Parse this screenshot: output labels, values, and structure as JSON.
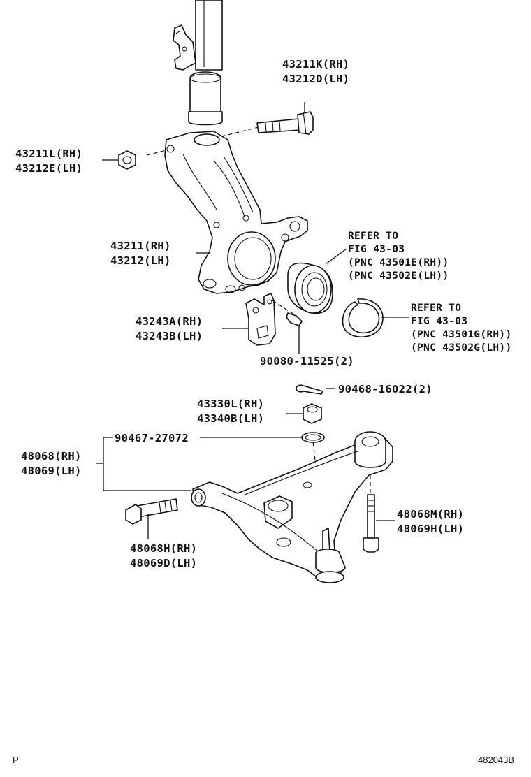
{
  "labels": {
    "p43211k": "43211K(RH)",
    "p43212d": "43212D(LH)",
    "p43211l": "43211L(RH)",
    "p43212e": "43212E(LH)",
    "p43211": "43211(RH)",
    "p43212": "43212(LH)",
    "refer1_a": "REFER TO",
    "refer1_b": "FIG 43-03",
    "refer1_c": "(PNC 43501E(RH))",
    "refer1_d": "(PNC 43502E(LH))",
    "refer2_a": "REFER TO",
    "refer2_b": "FIG 43-03",
    "refer2_c": "(PNC 43501G(RH))",
    "refer2_d": "(PNC 43502G(LH))",
    "p43243a": "43243A(RH)",
    "p43243b": "43243B(LH)",
    "p90080": "90080-11525(2)",
    "p90468": "90468-16022(2)",
    "p43330l": "43330L(RH)",
    "p43340b": "43340B(LH)",
    "p90467": "90467-27072",
    "p48068": "48068(RH)",
    "p48069": "48069(LH)",
    "p48068m": "48068M(RH)",
    "p48069h": "48069H(LH)",
    "p48068h": "48068H(RH)",
    "p48069d": "48069D(LH)"
  },
  "footer": {
    "left": "P",
    "right": "482043B"
  }
}
